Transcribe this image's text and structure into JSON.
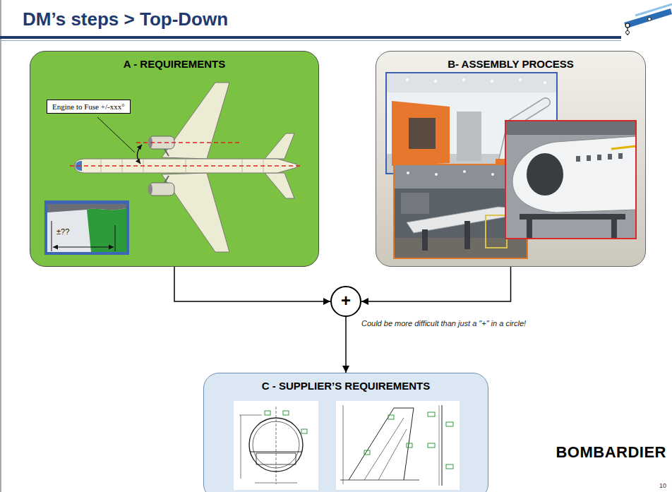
{
  "diagram": {
    "title": "DM’s steps > Top-Down",
    "nodes": [
      {
        "text": [
          "A - REQUIREMENTS"
        ]
      },
      {
        "text": [
          "Engine to Fuse +/-xxx°"
        ],
        "in": 0
      },
      {
        "text": [
          "B- ASSEMBLY PROCESS"
        ]
      },
      {
        "text": [
          "+"
        ]
      },
      {
        "text": [
          "C - SUPPLIER’S REQUIREMENTS"
        ]
      }
    ],
    "edges": [
      {
        "from": 0,
        "to": 3,
        "arrow": "to"
      },
      {
        "from": 2,
        "to": 3,
        "arrow": "to"
      },
      {
        "from": 3,
        "to": 4,
        "arrow": "to"
      }
    ],
    "labels": [
      "±??",
      "Could be more difficult than just a \"+\" in a circle!",
      "BOMBARDIER",
      "10"
    ]
  }
}
